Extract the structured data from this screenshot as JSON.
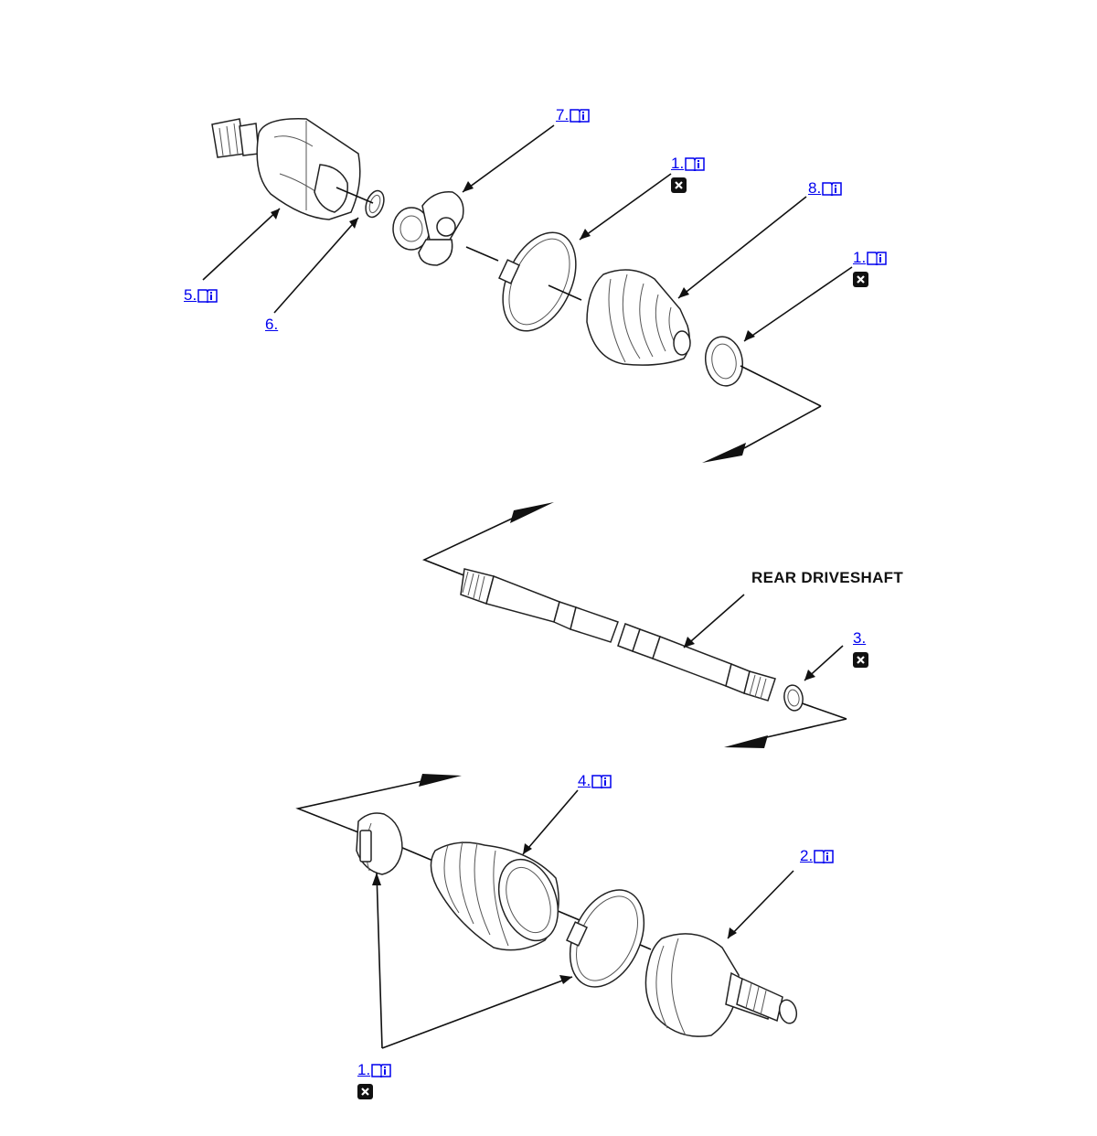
{
  "callouts": [
    {
      "id": "c7",
      "num": "7.",
      "book": true,
      "x_mark": false
    },
    {
      "id": "c1a",
      "num": "1.",
      "book": true,
      "x_mark": true
    },
    {
      "id": "c8",
      "num": "8.",
      "book": true,
      "x_mark": false
    },
    {
      "id": "c1b",
      "num": "1.",
      "book": true,
      "x_mark": true
    },
    {
      "id": "c5",
      "num": "5.",
      "book": true,
      "x_mark": false
    },
    {
      "id": "c6",
      "num": "6.",
      "book": false,
      "x_mark": false
    },
    {
      "id": "c3",
      "num": "3.",
      "book": false,
      "x_mark": true
    },
    {
      "id": "c4",
      "num": "4.",
      "book": true,
      "x_mark": false
    },
    {
      "id": "c2",
      "num": "2.",
      "book": true,
      "x_mark": false
    },
    {
      "id": "c1c",
      "num": "1.",
      "book": true,
      "x_mark": true
    }
  ],
  "labels": {
    "rear_driveshaft": "REAR DRIVESHAFT"
  },
  "icons": {
    "book": "service-manual-book-icon",
    "x_mark": "replace-part-x-icon"
  },
  "colors": {
    "link": "#0000ee",
    "line": "#111111"
  }
}
